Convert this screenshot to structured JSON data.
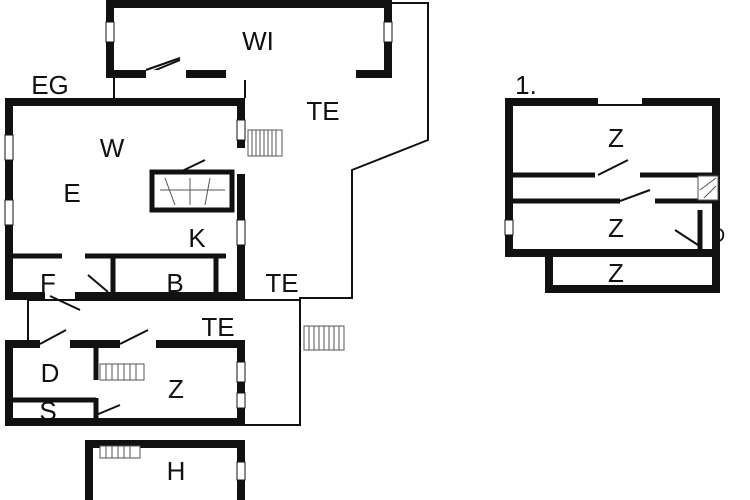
{
  "ground_floor": {
    "floor_label": "EG",
    "rooms": {
      "wi": "WI",
      "te_top": "TE",
      "w": "W",
      "e": "E",
      "k": "K",
      "f": "F",
      "b": "B",
      "te_mid": "TE",
      "te_low": "TE",
      "d": "D",
      "s": "S",
      "z": "Z",
      "h": "H"
    }
  },
  "upper_floor": {
    "floor_label": "1.",
    "rooms": {
      "z1": "Z",
      "z2": "Z",
      "d": "D",
      "z3": "Z"
    }
  }
}
